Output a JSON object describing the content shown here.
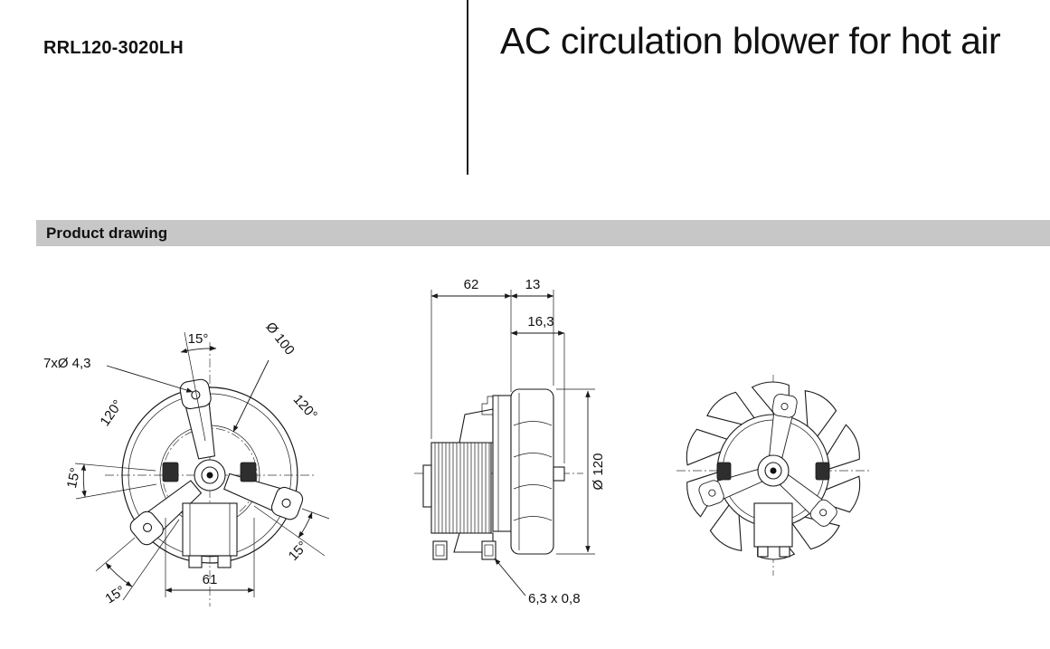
{
  "page": {
    "model": "RRL120-3020LH",
    "title": "AC circulation blower for hot air",
    "section_header": "Product drawing"
  },
  "front_view": {
    "labels": {
      "angle_top": "15°",
      "holes": "7xØ 4,3",
      "bolt_circle": "Ø 100",
      "angle_left_120": "120°",
      "angle_right_120": "120°",
      "angle_left_15": "15°",
      "angle_bottom_left_15": "15°",
      "angle_bottom_right_15": "15°",
      "width": "61"
    }
  },
  "side_view": {
    "labels": {
      "dim_62": "62",
      "dim_13": "13",
      "dim_16_3": "16,3",
      "diameter": "Ø 120",
      "terminal": "6,3 x 0,8"
    }
  }
}
